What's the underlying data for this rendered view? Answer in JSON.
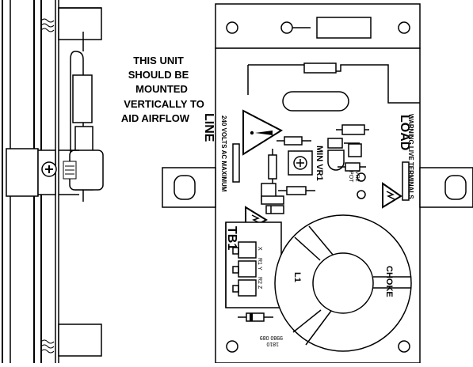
{
  "mounting_note": [
    "THIS UNIT",
    "SHOULD BE",
    "MOUNTED",
    "VERTICALLY TO",
    "AID AIRFLOW"
  ],
  "labels": {
    "line": "LINE",
    "line_rating": "240 VOLTS AC MAXIMUM",
    "load": "LOAD",
    "load_warning": "WARNING LIVE TERMINALS",
    "min_vr1": "MIN VR1",
    "vr2": "VR2",
    "pot": "POT",
    "tb1": "TB1",
    "tb_x": "X",
    "tb_r1": "R1",
    "tb_y": "Y",
    "tb_r2": "R2",
    "tb_z": "Z",
    "l1": "L1",
    "choke": "CHOKE",
    "part_no_1": "9980 089",
    "part_no_2": "1810"
  },
  "colors": {
    "line": "#000000",
    "background": "#ffffff"
  }
}
